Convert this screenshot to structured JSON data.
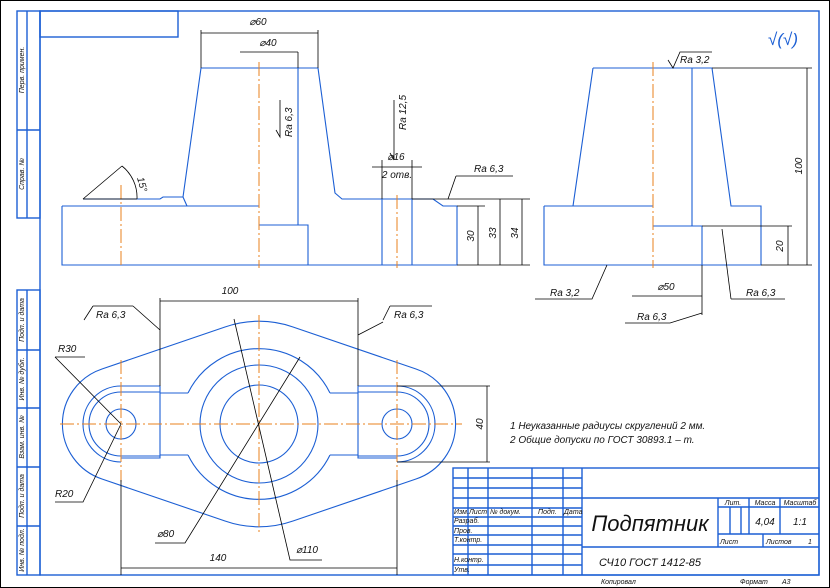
{
  "colors": {
    "outline": "#1c5fd4",
    "centerline": "#e8801e",
    "dimension": "#000000"
  },
  "side_stamps": [
    "Перв. примен.",
    "Справ. №",
    "Подп. и дата",
    "Инв. № дубл.",
    "Взам. инв. №",
    "Подп. и дата",
    "Инв. № подл."
  ],
  "front_view": {
    "d60": "⌀60",
    "d40": "⌀40",
    "angle": "15°",
    "ra_inner": "Ra 6,3",
    "ra_hole": "Ra 12,5",
    "d16": "⌀16",
    "holes": "2 отв.",
    "ra_flange": "Ra 6,3",
    "h30": "30",
    "h33": "33",
    "h34": "34"
  },
  "side_view": {
    "roughness_symbol": "√(√)",
    "ra_top": "Ra 3,2",
    "ra_bottom": "Ra 3,2",
    "d50": "⌀50",
    "ra_bore": "Ra 6,3",
    "ra_right": "Ra 6,3",
    "h100": "100",
    "h20": "20"
  },
  "plan_view": {
    "w100": "100",
    "w140": "140",
    "w40": "40",
    "r30": "R30",
    "r20": "R20",
    "d80": "⌀80",
    "d110": "⌀110",
    "ra_left": "Ra 6,3",
    "ra_right": "Ra 6,3"
  },
  "notes": [
    "1 Неуказанные радиусы скруглений 2 мм.",
    "2 Общие допуски по ГОСТ 30893.1 – т."
  ],
  "title_block": {
    "headers": [
      "Изм.",
      "Лист",
      "№ докум.",
      "Подп.",
      "Дата"
    ],
    "roles": [
      "Разраб.",
      "Пров.",
      "Т.контр.",
      "Н.контр.",
      "Утв."
    ],
    "part_name": "Подпятник",
    "material": "СЧ10 ГОСТ 1412-85",
    "lit_label": "Лит.",
    "mass_label": "Масса",
    "scale_label": "Масштаб",
    "mass": "4,04",
    "scale": "1:1",
    "sheet_label": "Лист",
    "sheets_label": "Листов",
    "sheets": "1",
    "copied": "Копировал",
    "format_label": "Формат",
    "format": "A3"
  }
}
